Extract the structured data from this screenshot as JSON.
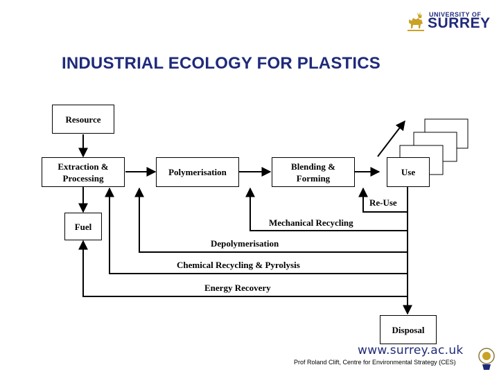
{
  "header": {
    "university_small": "UNIVERSITY OF",
    "university_big": "SURREY",
    "title": "INDUSTRIAL ECOLOGY FOR PLASTICS"
  },
  "diagram": {
    "boxes": {
      "resource": "Resource",
      "extraction": "Extraction & Processing",
      "polymerisation": "Polymerisation",
      "blending": "Blending & Forming",
      "use": "Use",
      "fuel": "Fuel",
      "disposal": "Disposal"
    },
    "flows": {
      "reuse": "Re-Use",
      "mechanical": "Mechanical Recycling",
      "depolymerisation": "Depolymerisation",
      "chemical": "Chemical Recycling & Pyrolysis",
      "energy": "Energy Recovery"
    }
  },
  "footer": {
    "url": "www.surrey.ac.uk",
    "credit": "Prof Roland Clift, Centre for Environmental Strategy (CES)"
  },
  "colors": {
    "brand": "#1f2a7a",
    "logo_gold": "#c9a227"
  }
}
